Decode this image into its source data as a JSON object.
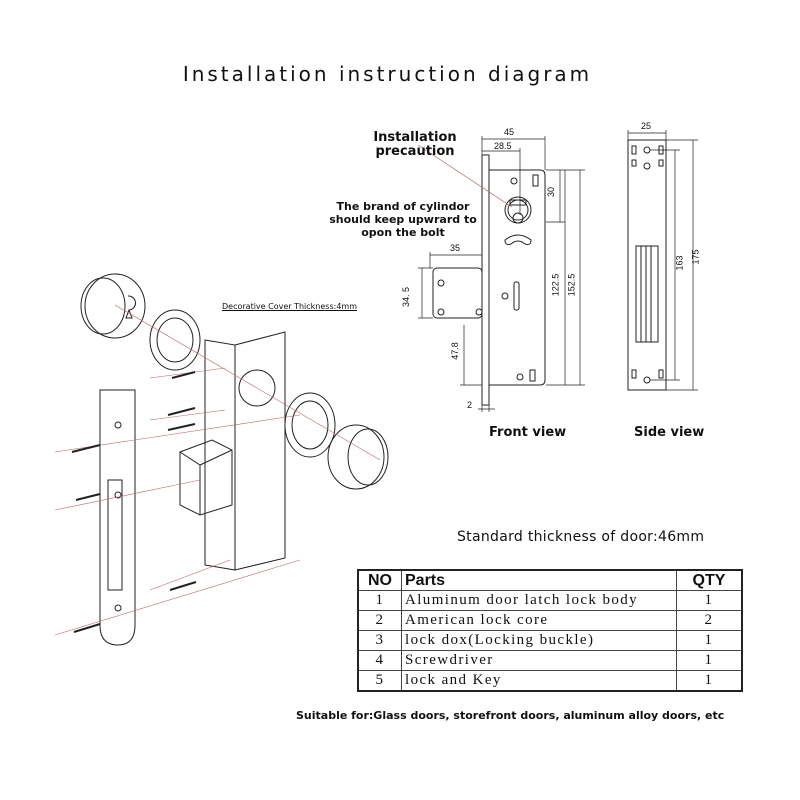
{
  "title": "Installation instruction diagram",
  "notes": {
    "precaution": "Installation precaution",
    "cylinder_brand": "The brand of cylindor should keep upwrard to opon the bolt",
    "decorative_cover": "Decorative Cover Thickness:4mm"
  },
  "front_view": {
    "label": "Front view",
    "dims": [
      "45",
      "28.5",
      "30",
      "35",
      "34. 5",
      "122.5",
      "152.5",
      "47.8",
      "2"
    ]
  },
  "side_view": {
    "label": "Side view",
    "dims": [
      "25",
      "163",
      "175"
    ]
  },
  "door_thickness": "Standard thickness of door:46mm",
  "table": {
    "headers": [
      "NO",
      "Parts",
      "QTY"
    ],
    "rows": [
      [
        "1",
        "Aluminum door latch lock body",
        "1"
      ],
      [
        "2",
        "American lock core",
        "2"
      ],
      [
        "3",
        "lock dox(Locking buckle)",
        "1"
      ],
      [
        "4",
        "Screwdriver",
        "1"
      ],
      [
        "5",
        "lock and Key",
        "1"
      ]
    ]
  },
  "suitable": "Suitable for:Glass doors, storefront doors, aluminum alloy doors, etc"
}
